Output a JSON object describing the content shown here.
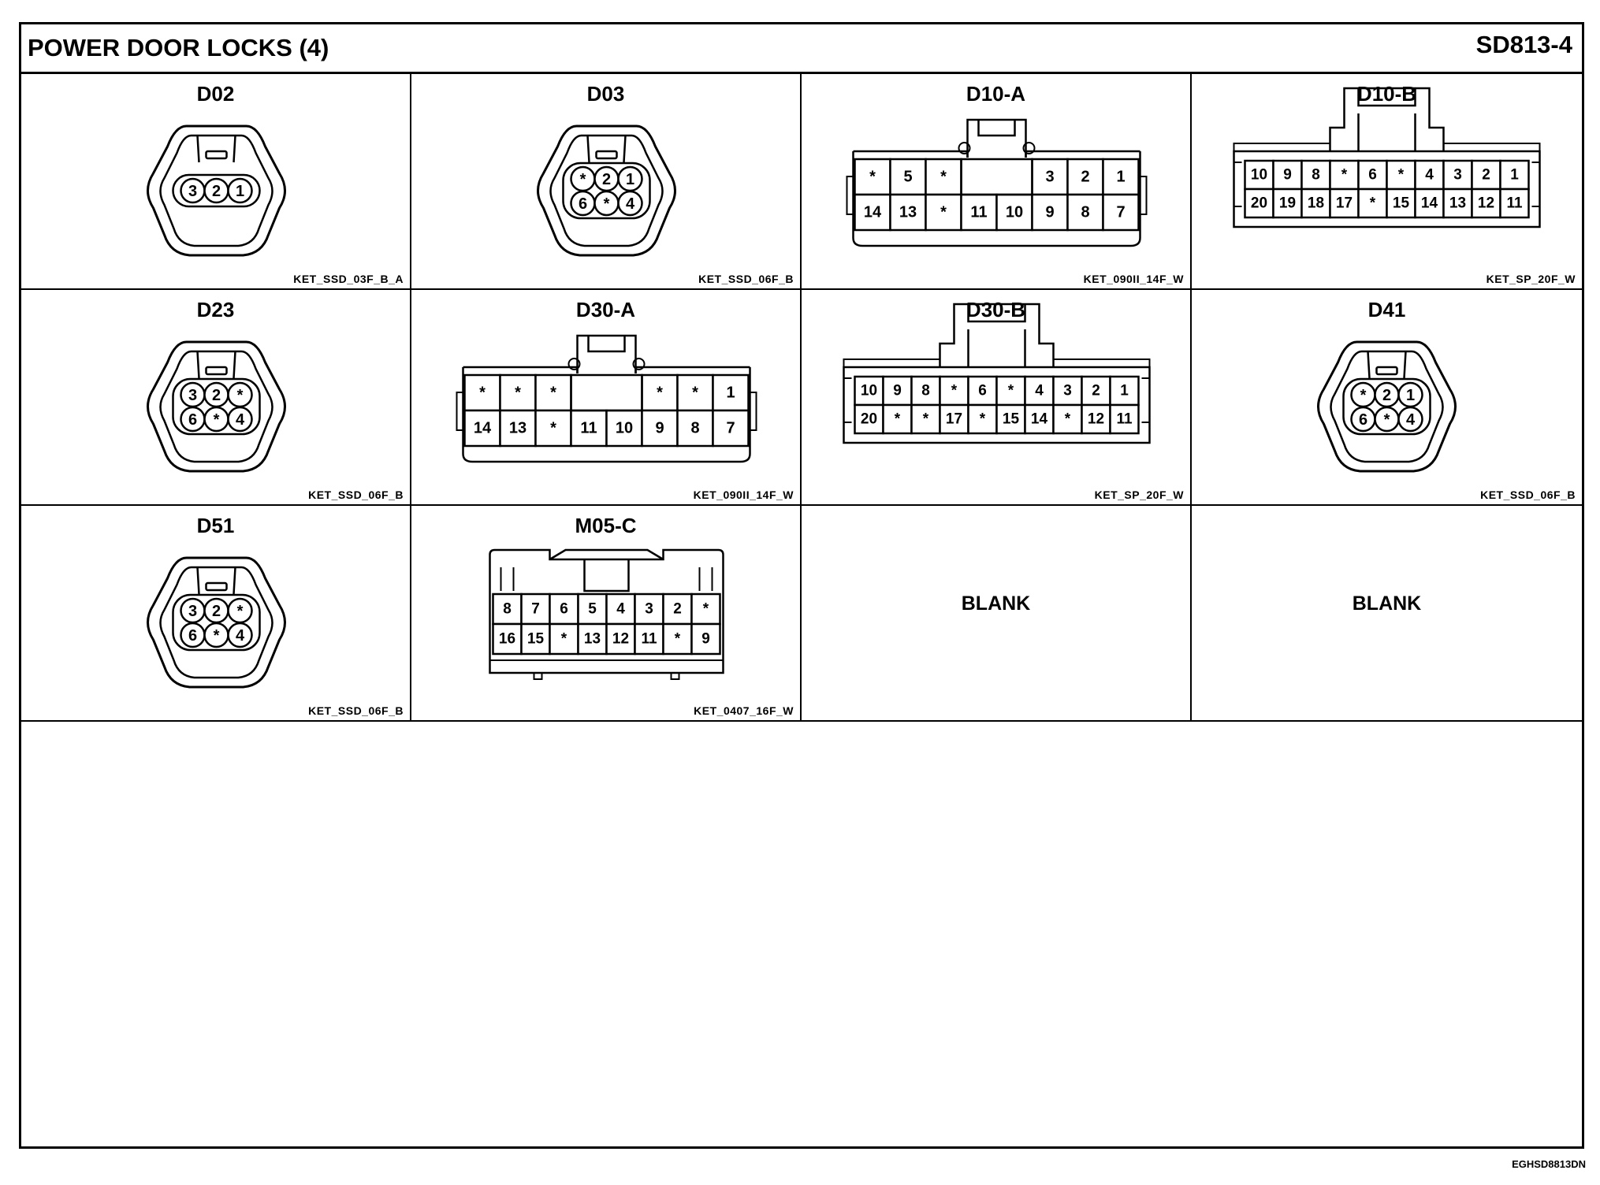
{
  "header": {
    "title": "POWER DOOR LOCKS (4)",
    "sheet_id": "SD813-4"
  },
  "connectors": [
    {
      "name": "D02",
      "part": "KET_SSD_03F_B_A",
      "type": "round3",
      "pins": [
        "3",
        "2",
        "1"
      ]
    },
    {
      "name": "D03",
      "part": "KET_SSD_06F_B",
      "type": "round6",
      "pins": [
        "*",
        "2",
        "1",
        "6",
        "*",
        "4"
      ]
    },
    {
      "name": "D10-A",
      "part": "KET_090II_14F_W",
      "type": "rect14",
      "pins": [
        "*",
        "5",
        "*",
        "",
        "",
        "3",
        "2",
        "1",
        "14",
        "13",
        "*",
        "11",
        "10",
        "9",
        "8",
        "7"
      ]
    },
    {
      "name": "D10-B",
      "part": "KET_SP_20F_W",
      "type": "rect20",
      "pins": [
        "10",
        "9",
        "8",
        "*",
        "6",
        "*",
        "4",
        "3",
        "2",
        "1",
        "20",
        "19",
        "18",
        "17",
        "*",
        "15",
        "14",
        "13",
        "12",
        "11"
      ]
    },
    {
      "name": "D23",
      "part": "KET_SSD_06F_B",
      "type": "round6",
      "pins": [
        "3",
        "2",
        "*",
        "6",
        "*",
        "4"
      ]
    },
    {
      "name": "D30-A",
      "part": "KET_090II_14F_W",
      "type": "rect14",
      "pins": [
        "*",
        "*",
        "*",
        "",
        "",
        "*",
        "*",
        "1",
        "14",
        "13",
        "*",
        "11",
        "10",
        "9",
        "8",
        "7"
      ]
    },
    {
      "name": "D30-B",
      "part": "KET_SP_20F_W",
      "type": "rect20",
      "pins": [
        "10",
        "9",
        "8",
        "*",
        "6",
        "*",
        "4",
        "3",
        "2",
        "1",
        "20",
        "*",
        "*",
        "17",
        "*",
        "15",
        "14",
        "*",
        "12",
        "11"
      ]
    },
    {
      "name": "D41",
      "part": "KET_SSD_06F_B",
      "type": "round6",
      "pins": [
        "*",
        "2",
        "1",
        "6",
        "*",
        "4"
      ]
    },
    {
      "name": "D51",
      "part": "KET_SSD_06F_B",
      "type": "round6",
      "pins": [
        "3",
        "2",
        "*",
        "6",
        "*",
        "4"
      ]
    },
    {
      "name": "M05-C",
      "part": "KET_0407_16F_W",
      "type": "rect16",
      "pins": [
        "8",
        "7",
        "6",
        "5",
        "4",
        "3",
        "2",
        "*",
        "16",
        "15",
        "*",
        "13",
        "12",
        "11",
        "*",
        "9"
      ]
    },
    {
      "name": "BLANK",
      "part": "",
      "type": "blank",
      "pins": []
    },
    {
      "name": "BLANK",
      "part": "",
      "type": "blank",
      "pins": []
    }
  ],
  "footer": {
    "code": "EGHSD8813DN"
  }
}
